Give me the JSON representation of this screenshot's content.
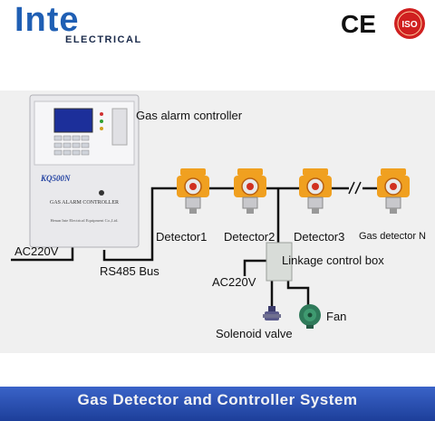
{
  "brand": {
    "name": "Inte",
    "subtitle": "ELECTRICAL",
    "ce_mark": "CE",
    "iso_mark": "ISO"
  },
  "controller": {
    "title": "Gas alarm controller",
    "model": "KQ500N",
    "panel_label": "GAS ALARM CONTROLLER",
    "maker": "Henan Inte Electrical Equipment Co.,Ltd."
  },
  "detectors": [
    {
      "label": "Detector1"
    },
    {
      "label": "Detector2"
    },
    {
      "label": "Detector3"
    },
    {
      "label": "Gas detector N"
    }
  ],
  "labels": {
    "ac_power_main": "AC220V",
    "bus": "RS485 Bus",
    "linkage_box": "Linkage control box",
    "ac_power_box": "AC220V",
    "fan": "Fan",
    "solenoid_valve": "Solenoid valve"
  },
  "footer": {
    "title": "Gas Detector and Controller System"
  },
  "colors": {
    "brand_blue": "#1f5fb4",
    "footer_blue": "#2a4fb0",
    "detector_orange": "#f0a020",
    "fan_green": "#2f7a5a"
  }
}
